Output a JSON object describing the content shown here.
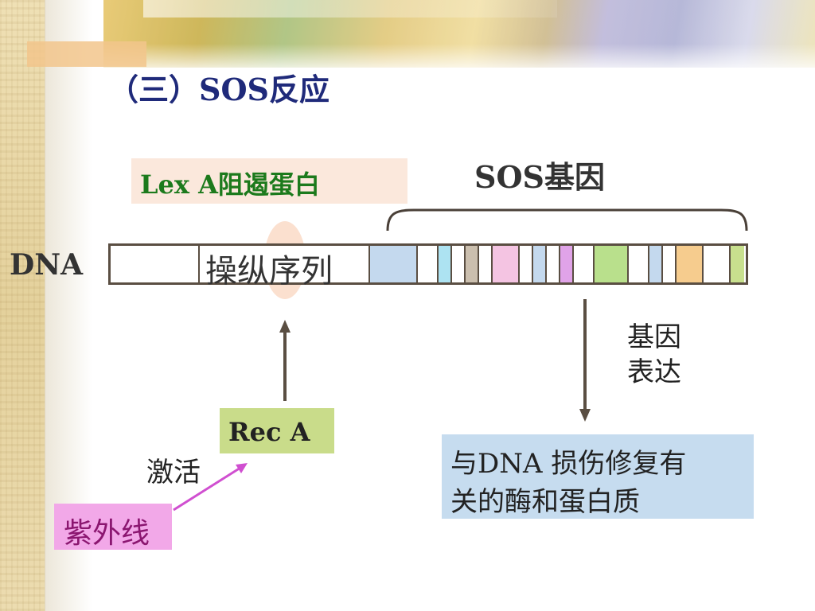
{
  "title": "（三）SOS反应",
  "repressor_label": "Lex A阻遏蛋白",
  "sos_genes_label": "SOS基因",
  "dna_label": "DNA",
  "operator_label": "操纵序列",
  "rec_label": "Rec A",
  "activate_label": "激活",
  "uv_label": "紫外线",
  "gene_expression": {
    "line1": "基因",
    "line2": "表达"
  },
  "enzymes": {
    "line1": " 与DNA 损伤修复有",
    "line2": "关的酶和蛋白质"
  },
  "colors": {
    "title": "#1f2a7a",
    "repressor_text": "#1c7a1c",
    "uv_text": "#8b1670",
    "uv_box": "#f2a8e8",
    "rec_box": "#c9dc8a",
    "enzyme_box": "#c6dcef",
    "repressor_box": "#fbe8dc",
    "dna_outline": "#5a4e42",
    "uv_arrow": "#d04fd0"
  },
  "gene_segment_colors": [
    "#c4d9ee",
    "#ffffff",
    "#ade3f2",
    "#ffffff",
    "#cbbfae",
    "#ffffff",
    "#f4c4e2",
    "#ffffff",
    "#c4d9ee",
    "#ffffff",
    "#e0a3e8",
    "#ffffff",
    "#b9e08c",
    "#ffffff",
    "#c4d9ee",
    "#ffffff",
    "#f6cc8e",
    "#ffffff",
    "#c8e08e"
  ]
}
